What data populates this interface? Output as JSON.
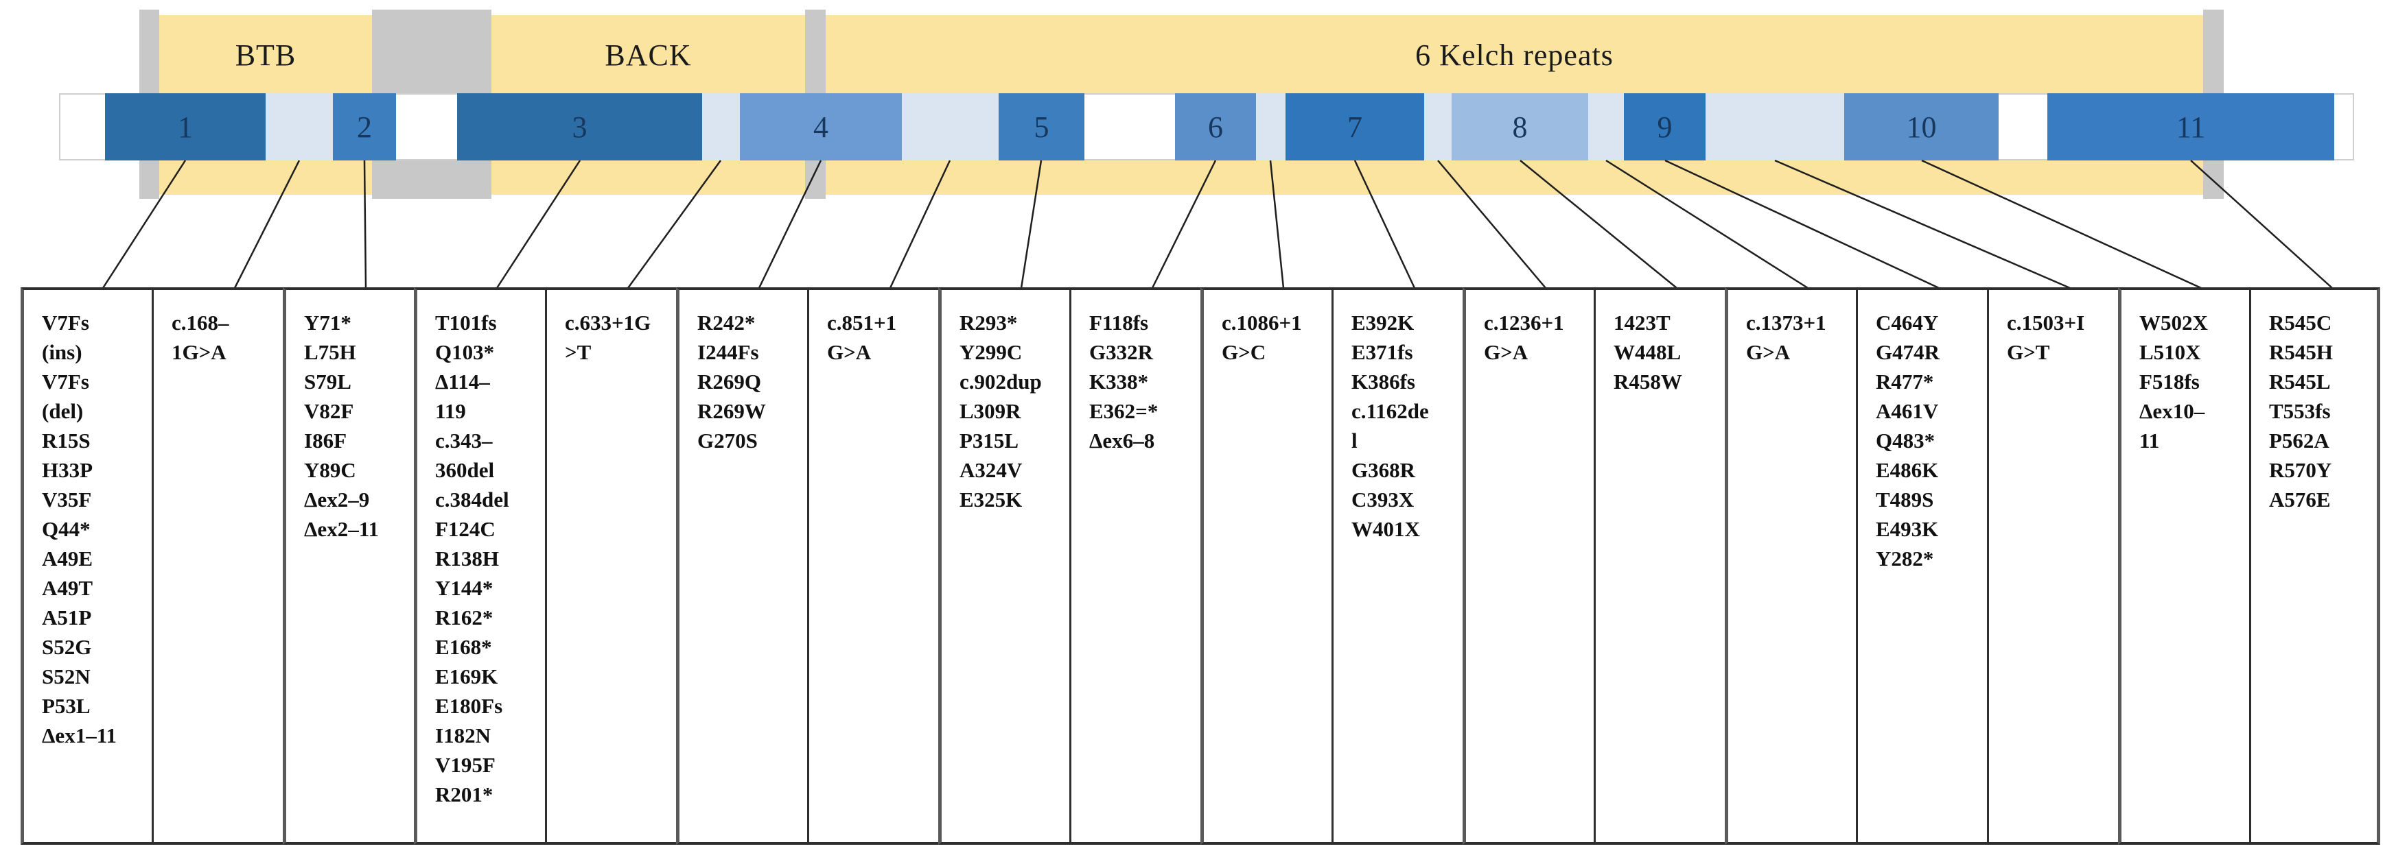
{
  "palette": {
    "domain_yellow": "#fbe3a0",
    "gray_band": "#c8c8c8",
    "intron_light_blue": "#dbe5f2",
    "exon_dark_blue": "#2d6da5",
    "exon_medium_blue": "#3d7ebf",
    "exon_medium_deep_blue": "#2f76ba",
    "exon_light_medium_blue": "#5b8fc9",
    "exon_soft_blue": "#6b9bd2",
    "exon_pale_blue": "#9cbde1",
    "exon_bright_blue": "#3a7cc1",
    "connector_line": "#1f1f1f",
    "box_border_dark": "#2e2e2e",
    "box_border_gray": "#5a5a5a",
    "exon_label_color": "#17375d",
    "text_color": "#111111"
  },
  "domain_bar": {
    "segments": [
      {
        "label": "BTB"
      },
      {
        "label": "BACK"
      },
      {
        "label": "6 Kelch repeats"
      }
    ]
  },
  "exon_bar": {
    "exons": [
      {
        "label": "1"
      },
      {
        "label": "2"
      },
      {
        "label": "3"
      },
      {
        "label": "4"
      },
      {
        "label": "5"
      },
      {
        "label": "6"
      },
      {
        "label": "7"
      },
      {
        "label": "8"
      },
      {
        "label": "9"
      },
      {
        "label": "10"
      },
      {
        "label": "11"
      }
    ]
  },
  "mutation_boxes": [
    {
      "text": "V7Fs\n(ins)\nV7Fs\n(del)\nR15S\nH33P\nV35F\nQ44*\nA49E\nA49T\nA51P\nS52G\nS52N\nP53L\nΔex1–11"
    },
    {
      "text": "c.168–\n1G>A"
    },
    {
      "text": "Y71*\nL75H\nS79L\nV82F\nI86F\nY89C\nΔex2–9\nΔex2–11"
    },
    {
      "text": "T101fs\nQ103*\nΔ114–\n119\nc.343–\n360del\nc.384del\nF124C\nR138H\nY144*\nR162*\nE168*\nE169K\nE180Fs\nI182N\nV195F\nR201*"
    },
    {
      "text": "c.633+1G\n>T"
    },
    {
      "text": "R242*\nI244Fs\nR269Q\nR269W\nG270S"
    },
    {
      "text": "c.851+1\nG>A"
    },
    {
      "text": "R293*\nY299C\nc.902dup\nL309R\nP315L\nA324V\nE325K"
    },
    {
      "text": "F118fs\nG332R\nK338*\nE362=*\nΔex6–8"
    },
    {
      "text": "c.1086+1\nG>C"
    },
    {
      "text": "E392K\nE371fs\nK386fs\nc.1162de\nl\nG368R\nC393X\nW401X"
    },
    {
      "text": "c.1236+1\nG>A"
    },
    {
      "text": "1423T\nW448L\nR458W"
    },
    {
      "text": "c.1373+1\nG>A"
    },
    {
      "text": "C464Y\nG474R\nR477*\nA461V\nQ483*\nE486K\nT489S\nE493K\nY282*"
    },
    {
      "text": "c.1503+I\nG>T"
    },
    {
      "text": "W502X\nL510X\nF518fs\nΔex10–\n11"
    },
    {
      "text": "R545C\nR545H\nR545L\nT553fs\nP562A\nR570Y\nA576E"
    }
  ]
}
